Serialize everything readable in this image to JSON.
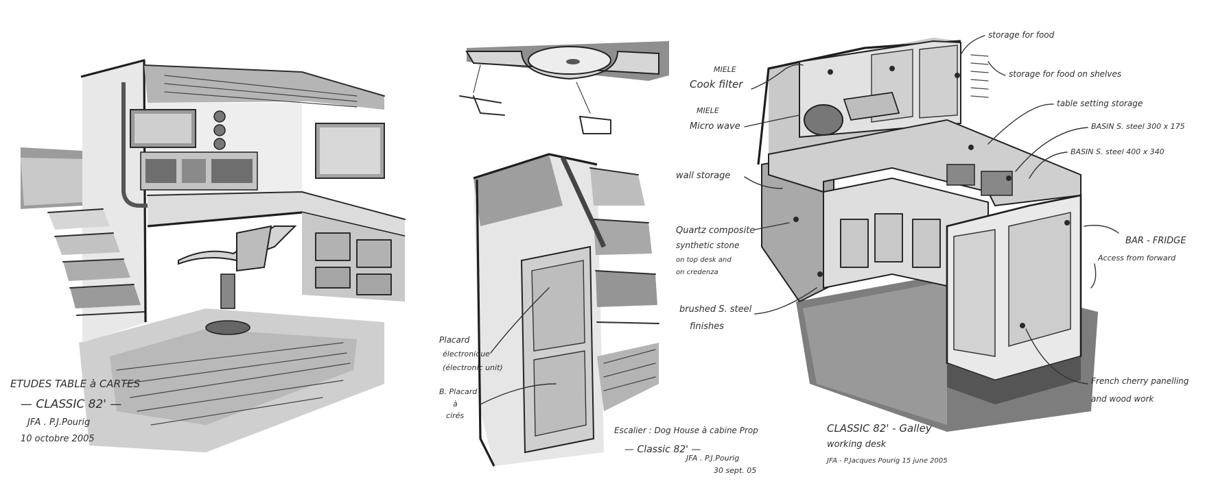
{
  "sketch_left": {
    "caption_lines": [
      "ETUDES TABLE à CARTES",
      "— CLASSIC 82' —",
      "JFA . P.J.Pourig",
      "10 octobre 2005"
    ]
  },
  "sketch_middle": {
    "labels": {
      "placard_left": [
        "Placard",
        "électronique",
        "(électronic unit)"
      ],
      "placard_bottom": [
        "B. Placard",
        "à",
        "cirés"
      ]
    },
    "caption_lines": [
      "Escalier : Dog House à cabine Prop",
      "— Classic 82' —",
      "JFA . P.J.Pourig",
      "30 sept. 05"
    ]
  },
  "sketch_right": {
    "labels": {
      "cook_filter": [
        "MIELE",
        "Cook filter"
      ],
      "micro_wave": [
        "MIELE",
        "Micro wave"
      ],
      "wall_storage": [
        "wall storage"
      ],
      "quartz_top": [
        "Quartz composite",
        "synthetic stone",
        "on top desk and",
        "on credenza"
      ],
      "brushed_steel": [
        "brushed S. steel",
        "finishes"
      ],
      "storage_food": [
        "storage for food"
      ],
      "storage_shelves": [
        "storage for food on shelves"
      ],
      "table_setting": [
        "table setting storage"
      ],
      "basin_1": [
        "BASIN S. steel 300 x 175"
      ],
      "basin_2": [
        "BASIN S. steel 400 x 340"
      ],
      "bar_fridge": [
        "BAR - FRIDGE",
        "Access from forward"
      ],
      "french_cherry": [
        "French cherry panelling",
        "and wood work"
      ]
    },
    "caption_lines": [
      "CLASSIC 82' - Galley",
      "working desk",
      "JFA - P.Jacques Pourig 15 june 2005"
    ]
  }
}
